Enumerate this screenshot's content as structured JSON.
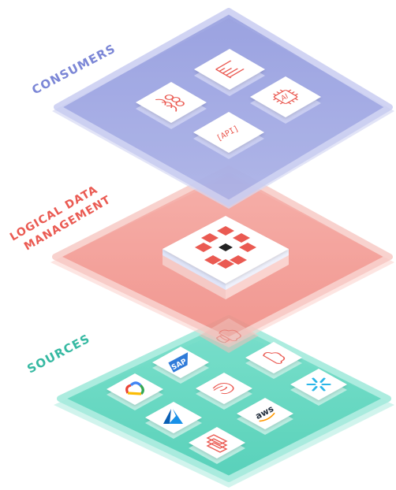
{
  "colors": {
    "consumers": "#8f98de",
    "consumers_text": "#7b86d6",
    "logical": "#f18b84",
    "logical_text": "#ea5a52",
    "sources": "#5fd6bf",
    "sources_text": "#36b9a2",
    "tile": "#ffffff",
    "icon_red": "#ea5a52"
  },
  "labels": {
    "consumers": "CONSUMERS",
    "logical_line1": "LOGICAL DATA",
    "logical_line2": "MANAGEMENT",
    "sources": "SOURCES"
  },
  "icons": {
    "consumers": [
      "bar-chart-icon",
      "users-icon",
      "ai-chip-icon",
      "api-icon"
    ],
    "logical": [
      "logical-data-management-logo"
    ],
    "sources": [
      "sap-logo",
      "cloud-icon",
      "google-cloud-logo",
      "database-elephant-icon",
      "snowflake-logo",
      "azure-logo",
      "aws-logo",
      "stacked-layers-icon",
      "cloud-database-icon"
    ]
  },
  "tile_text": {
    "ai": "AI",
    "api": "[API]",
    "sap": "SAP",
    "aws": "aws"
  }
}
